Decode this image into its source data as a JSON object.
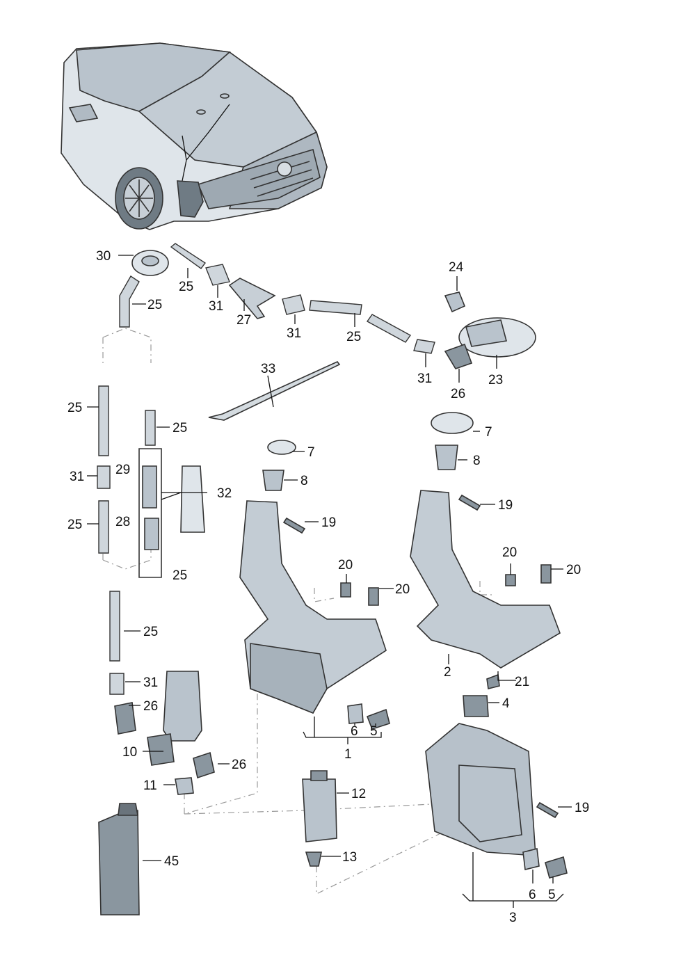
{
  "diagram": {
    "callouts": [
      {
        "id": "c30a",
        "text": "30"
      },
      {
        "id": "c25a",
        "text": "25"
      },
      {
        "id": "c31a",
        "text": "31"
      },
      {
        "id": "c27",
        "text": "27"
      },
      {
        "id": "c31b",
        "text": "31"
      },
      {
        "id": "c25b",
        "text": "25"
      },
      {
        "id": "c24",
        "text": "24"
      },
      {
        "id": "c23",
        "text": "23"
      },
      {
        "id": "c26a",
        "text": "26"
      },
      {
        "id": "c31c",
        "text": "31"
      },
      {
        "id": "c25c",
        "text": "25"
      },
      {
        "id": "c33",
        "text": "33"
      },
      {
        "id": "c25d",
        "text": "25"
      },
      {
        "id": "c25e",
        "text": "25"
      },
      {
        "id": "c31d",
        "text": "31"
      },
      {
        "id": "c29",
        "text": "29"
      },
      {
        "id": "c32",
        "text": "32"
      },
      {
        "id": "c25f",
        "text": "25"
      },
      {
        "id": "c28",
        "text": "28"
      },
      {
        "id": "c25g",
        "text": "25"
      },
      {
        "id": "c25h",
        "text": "25"
      },
      {
        "id": "c31e",
        "text": "31"
      },
      {
        "id": "c26b",
        "text": "26"
      },
      {
        "id": "c10",
        "text": "10"
      },
      {
        "id": "c26c",
        "text": "26"
      },
      {
        "id": "c11",
        "text": "11"
      },
      {
        "id": "c45",
        "text": "45"
      },
      {
        "id": "c7a",
        "text": "7"
      },
      {
        "id": "c8a",
        "text": "8"
      },
      {
        "id": "c19a",
        "text": "19"
      },
      {
        "id": "c20a",
        "text": "20"
      },
      {
        "id": "c20b",
        "text": "20"
      },
      {
        "id": "c6a",
        "text": "6"
      },
      {
        "id": "c5a",
        "text": "5"
      },
      {
        "id": "c1",
        "text": "1"
      },
      {
        "id": "c12",
        "text": "12"
      },
      {
        "id": "c13",
        "text": "13"
      },
      {
        "id": "c7b",
        "text": "7"
      },
      {
        "id": "c8b",
        "text": "8"
      },
      {
        "id": "c19b",
        "text": "19"
      },
      {
        "id": "c20c",
        "text": "20"
      },
      {
        "id": "c20d",
        "text": "20"
      },
      {
        "id": "c2",
        "text": "2"
      },
      {
        "id": "c21",
        "text": "21"
      },
      {
        "id": "c4",
        "text": "4"
      },
      {
        "id": "c19c",
        "text": "19"
      },
      {
        "id": "c6b",
        "text": "6"
      },
      {
        "id": "c5b",
        "text": "5"
      },
      {
        "id": "c3",
        "text": "3"
      }
    ]
  }
}
